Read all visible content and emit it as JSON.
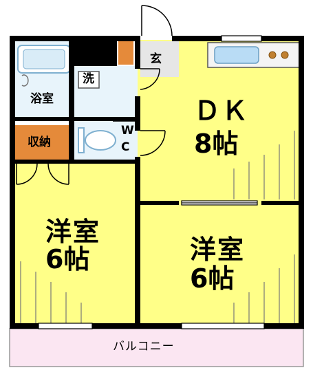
{
  "floorplan": {
    "colors": {
      "room_fill": "#ffff88",
      "wet_fill": "#e8f4fb",
      "storage_fill": "#e58a3a",
      "entrance_fill": "#e6e6e6",
      "balcony_fill": "#fbe6f2",
      "wall": "#000000",
      "sink_fill": "#b9dcf5"
    },
    "rooms": {
      "dk_name": "ＤＫ",
      "dk_size": "8帖",
      "western1_name": "洋室",
      "western1_size": "6帖",
      "western2_name": "洋室",
      "western2_size": "6帖",
      "bath": "浴室",
      "washroom": "洗",
      "toilet_w": "W",
      "toilet_c": "C",
      "storage": "収納",
      "entrance": "玄",
      "balcony": "バルコニー"
    }
  }
}
